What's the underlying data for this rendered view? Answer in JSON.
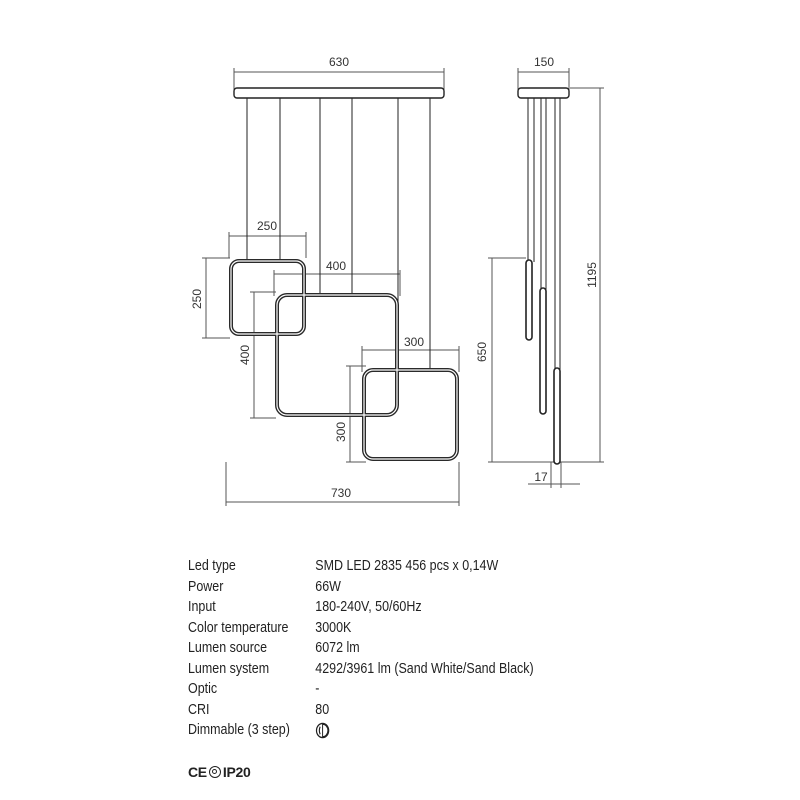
{
  "dimensions": {
    "canopy_width": "630",
    "canopy_depth": "150",
    "total_height": "1195",
    "ring_small_width": "250",
    "ring_small_height": "250",
    "ring_large_width": "400",
    "ring_large_height": "400",
    "ring_medium_width": "300",
    "ring_medium_height": "300",
    "total_width": "730",
    "drop_height": "650",
    "profile_depth": "17"
  },
  "specs": [
    {
      "label": "Led type",
      "value": "SMD LED 2835 456 pcs x 0,14W"
    },
    {
      "label": "Power",
      "value": "66W"
    },
    {
      "label": "Input",
      "value": "180-240V, 50/60Hz"
    },
    {
      "label": "Color temperature",
      "value": "3000K"
    },
    {
      "label": "Lumen source",
      "value": "6072 lm"
    },
    {
      "label": "Lumen system",
      "value": "4292/3961 lm (Sand White/Sand Black)"
    },
    {
      "label": "Optic",
      "value": "-"
    },
    {
      "label": "CRI",
      "value": "80"
    },
    {
      "label": "Dimmable (3 step)",
      "value": ""
    }
  ],
  "dimmable_icon": "dimmer-step-icon",
  "certifications": {
    "ce": "CE",
    "class_icon": "class-ii-icon",
    "ip": "IP20"
  },
  "colors": {
    "lines": "#333333",
    "rings": "#2a2a2a"
  }
}
